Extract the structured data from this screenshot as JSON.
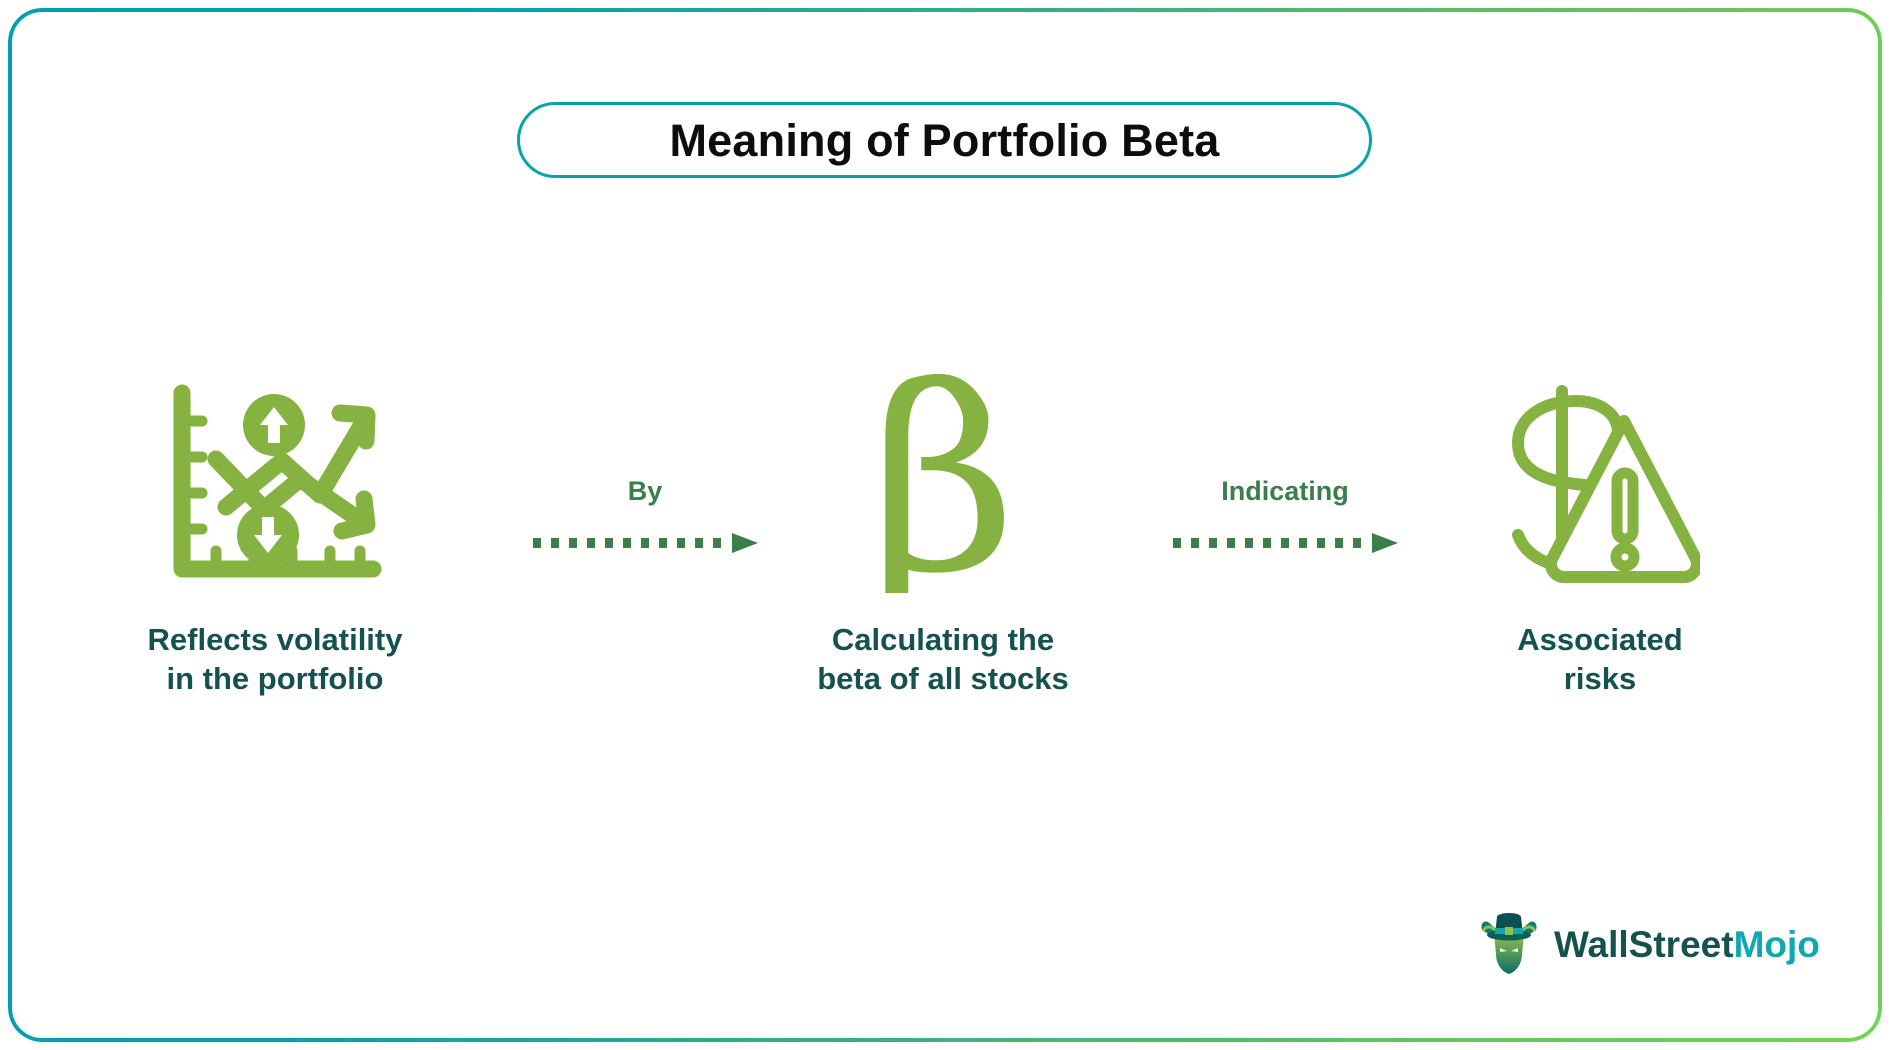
{
  "page": {
    "title": "Meaning of Portfolio Beta",
    "background_color": "#ffffff",
    "border_gradient_from": "#00a0b0",
    "border_gradient_to": "#72d454",
    "title_border_color": "#07a3a8",
    "title_text_color": "#0d0d0d"
  },
  "theme": {
    "icon_green": "#85b240",
    "label_teal": "#15514e",
    "connector_green": "#3c7d4c",
    "logo_teal_dark": "#15514e",
    "logo_teal_bright": "#11a6b2"
  },
  "flow": {
    "stages": [
      {
        "icon": "volatility-chart-icon",
        "label": "Reflects volatility\nin the portfolio"
      },
      {
        "icon": "beta-symbol-icon",
        "label": "Calculating the\nbeta of all stocks"
      },
      {
        "icon": "dollar-warning-icon",
        "label": "Associated\nrisks"
      }
    ],
    "connectors": [
      {
        "label": "By",
        "icon": "dotted-arrow-right-icon"
      },
      {
        "label": "Indicating",
        "icon": "dotted-arrow-right-icon"
      }
    ]
  },
  "logo": {
    "mascot_icon": "bull-top-hat-mascot-icon",
    "word_primary": "WallStreet",
    "word_accent": "Mojo"
  }
}
